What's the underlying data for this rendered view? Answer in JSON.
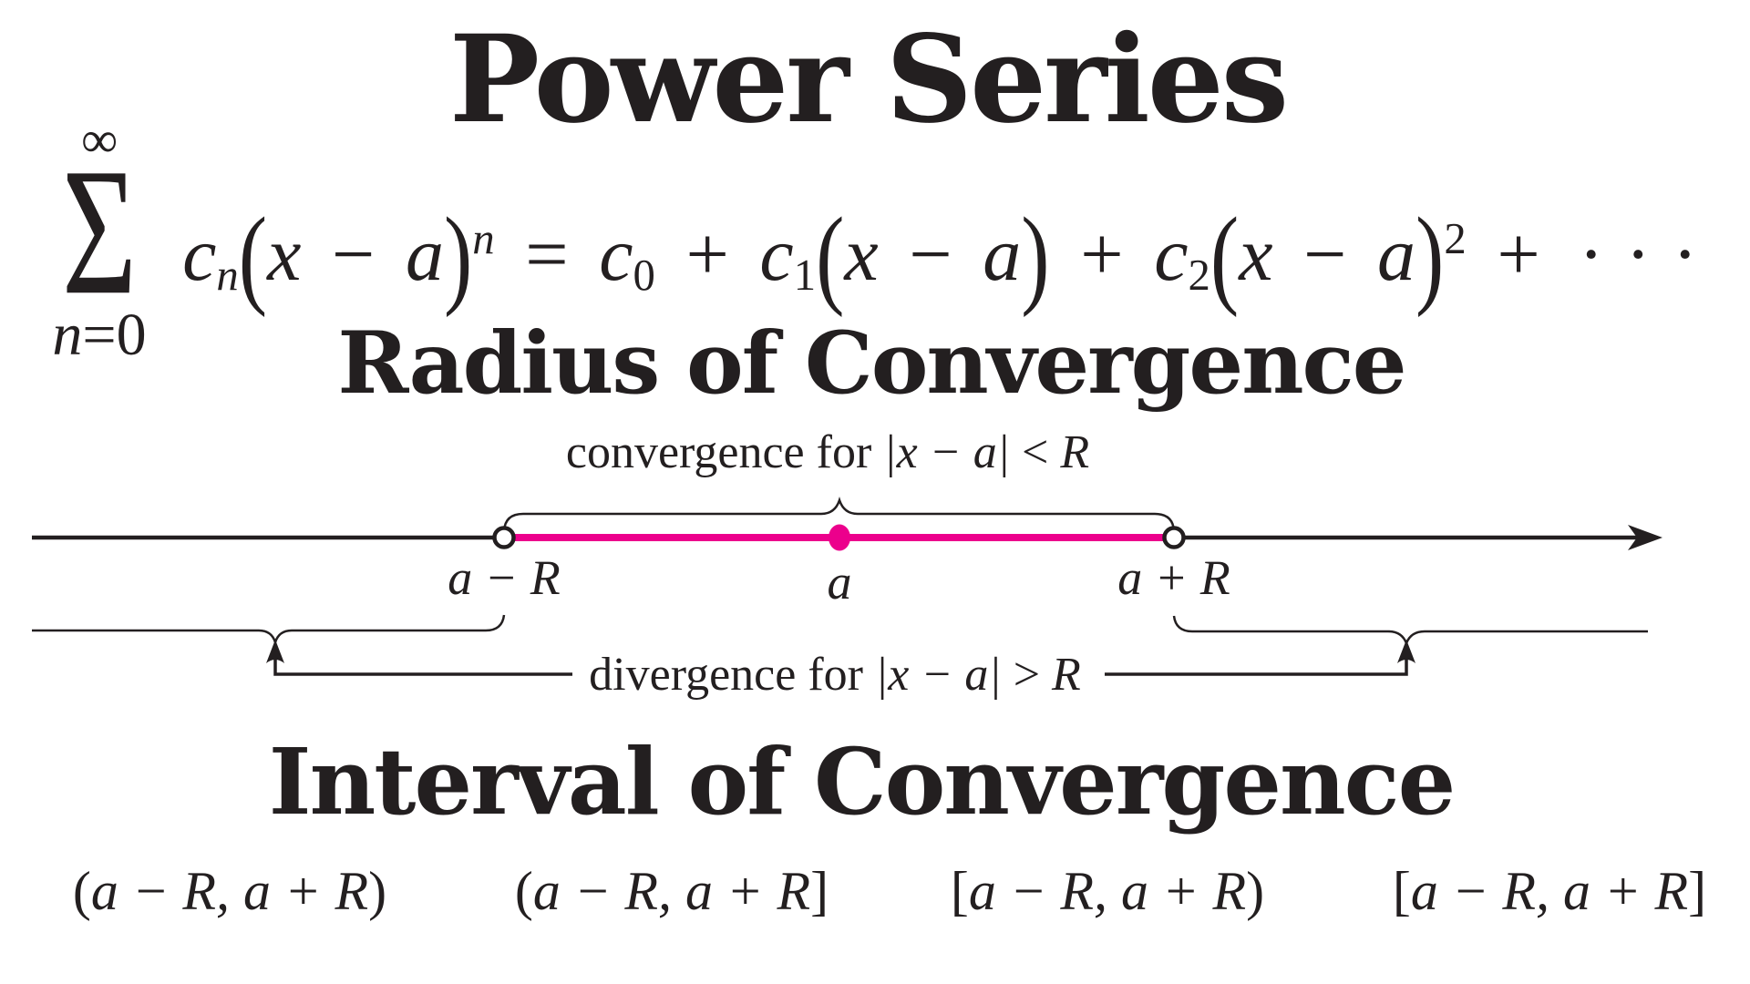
{
  "colors": {
    "ink": "#231f20",
    "accent": "#ec008c",
    "background": "#ffffff"
  },
  "title": "Power Series",
  "formula": {
    "limit_upper": "∞",
    "sigma": "Σ",
    "limit_lower_var": "n",
    "limit_lower_rest": "=0",
    "terms": {
      "c1_base": "c",
      "c1_sub": "n",
      "p1_open": "(",
      "p1_x": "x",
      "p1_minus": "−",
      "p1_a": "a",
      "p1_close": ")",
      "p1_sup": "n",
      "eq": "=",
      "c2_base": "c",
      "c2_sub": "0",
      "plus1": "+",
      "c3_base": "c",
      "c3_sub": "1",
      "p2_open": "(",
      "p2_x": "x",
      "p2_minus": "−",
      "p2_a": "a",
      "p2_close": ")",
      "plus2": "+",
      "c4_base": "c",
      "c4_sub": "2",
      "p3_open": "(",
      "p3_x": "x",
      "p3_minus": "−",
      "p3_a": "a",
      "p3_close": ")",
      "p3_sup": "2",
      "plus3": "+",
      "dots": "···"
    }
  },
  "radius_section": {
    "heading": "Radius of Convergence",
    "convergence_label": {
      "prefix": "convergence for ",
      "expr": "|x − a|",
      "relation": " < ",
      "bound": "R"
    },
    "divergence_label": {
      "prefix": "divergence for ",
      "expr": "|x − a|",
      "relation": " > ",
      "bound": "R"
    },
    "number_line": {
      "left_point_label": "a − R",
      "center_point_label": "a",
      "right_point_label": "a + R"
    }
  },
  "interval_section": {
    "heading": "Interval of Convergence",
    "intervals": [
      {
        "open": "(",
        "body": "a − R, a + R",
        "close": ")"
      },
      {
        "open": "(",
        "body": "a − R, a + R",
        "close": "]"
      },
      {
        "open": "[",
        "body": "a − R, a + R",
        "close": ")"
      },
      {
        "open": "[",
        "body": "a − R, a + R",
        "close": "]"
      }
    ]
  }
}
